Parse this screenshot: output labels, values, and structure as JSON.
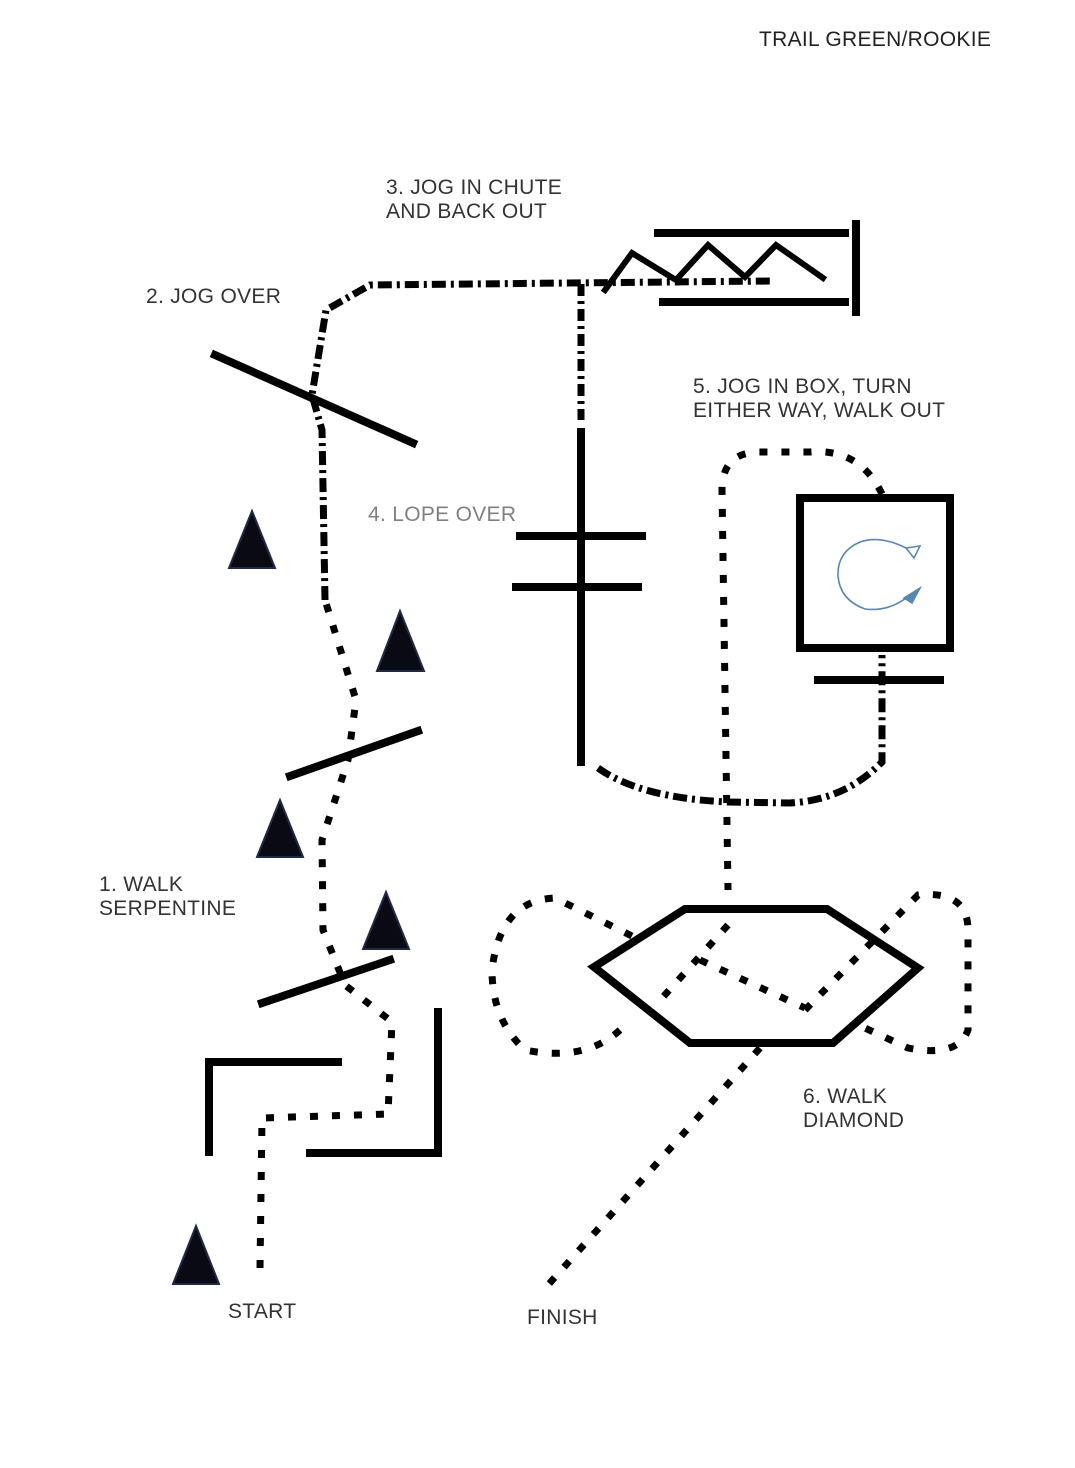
{
  "header": {
    "title": "TRAIL GREEN/ROOKIE"
  },
  "obstacles": {
    "walk_serpentine": "1. WALK\nSERPENTINE",
    "jog_over": "2. JOG OVER",
    "jog_in_chute": "3. JOG IN CHUTE\nAND BACK OUT",
    "lope_over": "4. LOPE OVER",
    "jog_in_box": "5. JOG IN BOX, TURN\nEITHER WAY, WALK OUT",
    "walk_diamond": "6. WALK\nDIAMOND"
  },
  "markers": {
    "start": "START",
    "finish": "FINISH"
  },
  "colors": {
    "ink": "#000000",
    "cone": "#0a0a14",
    "turn_arrow": "#5a87b0",
    "label_text": "#333333"
  },
  "icons": [
    "cone-icon",
    "turn-arrow-icon"
  ]
}
